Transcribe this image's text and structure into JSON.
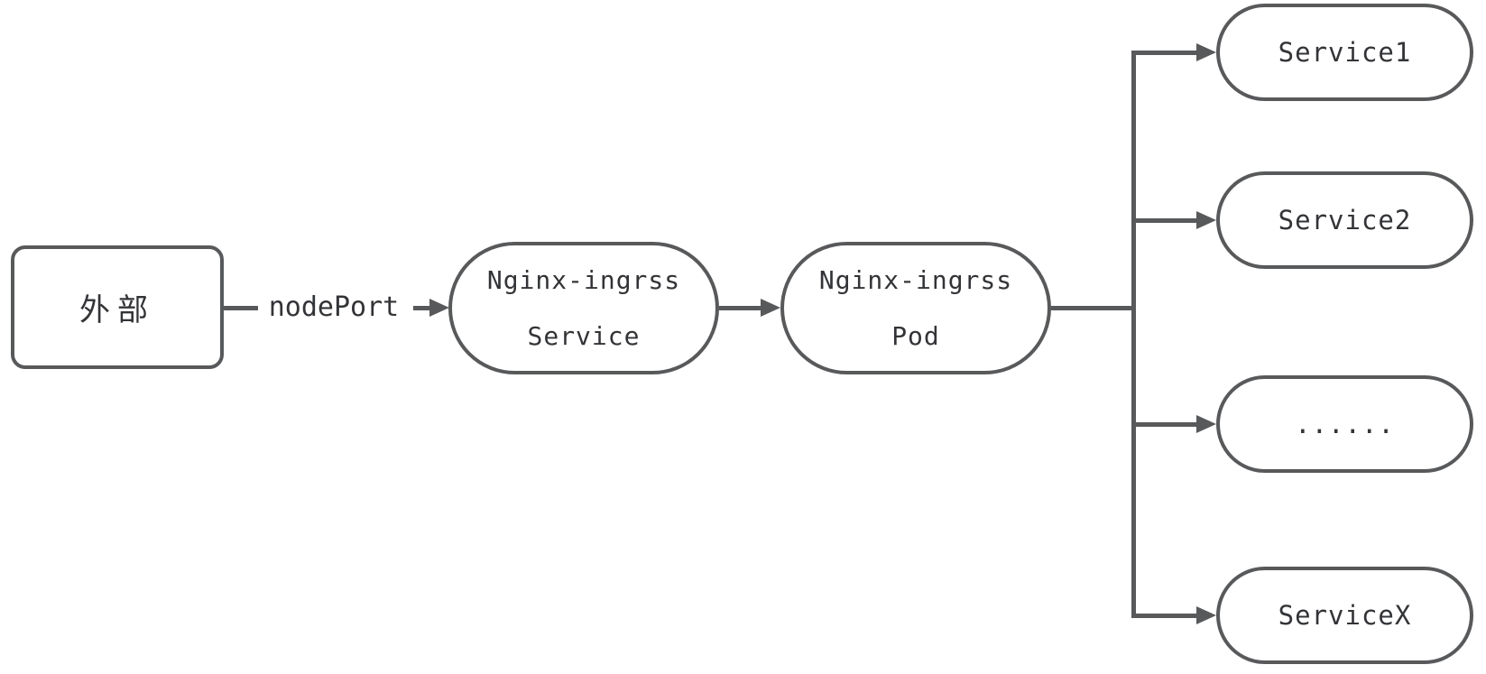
{
  "diagram": {
    "colors": {
      "stroke": "#58595b",
      "text": "#333437",
      "background": "#ffffff"
    },
    "external_box": {
      "label": "外部"
    },
    "edge_label": "nodePort",
    "nodes": {
      "ingress_service": {
        "line1": "Nginx-ingrss",
        "line2": "Service"
      },
      "ingress_pod": {
        "line1": "Nginx-ingrss",
        "line2": "Pod"
      }
    },
    "targets": [
      {
        "label": "Service1"
      },
      {
        "label": "Service2"
      },
      {
        "label": "......"
      },
      {
        "label": "ServiceX"
      }
    ]
  }
}
